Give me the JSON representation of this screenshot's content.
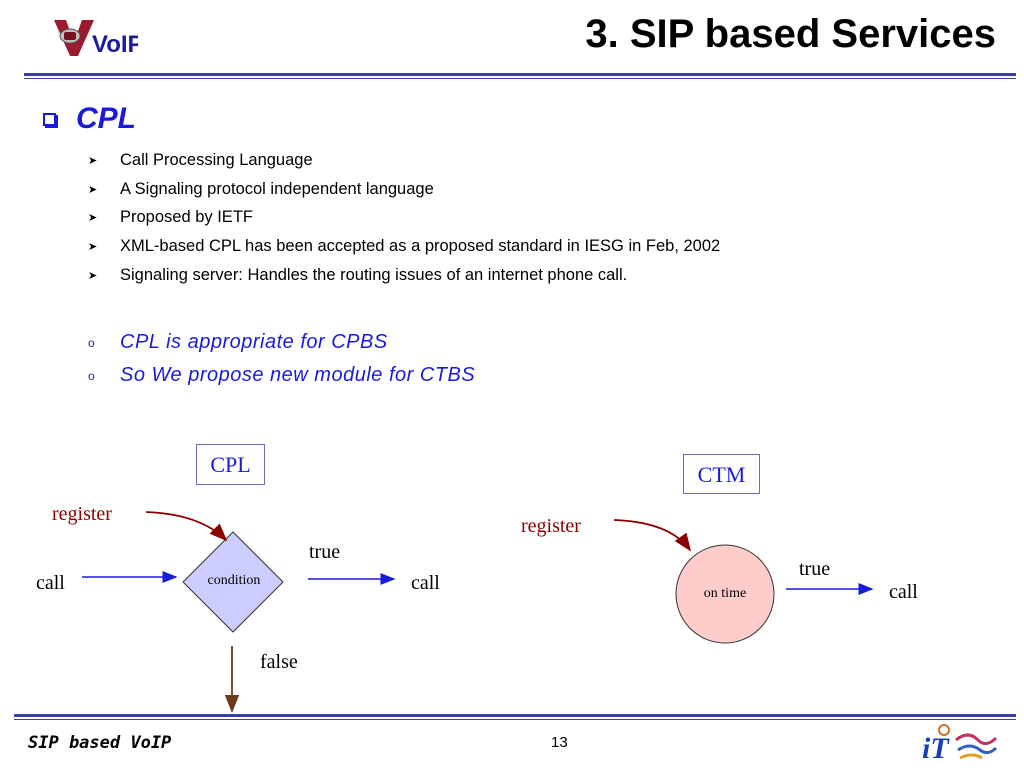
{
  "header": {
    "logo_text": "VoIP",
    "title": "3. SIP based Services"
  },
  "main": {
    "heading": "CPL",
    "bullets": [
      "Call Processing Language",
      "A Signaling protocol independent language",
      "Proposed by IETF",
      "XML-based CPL has been accepted as a proposed standard in IESG in Feb, 2002",
      "Signaling server: Handles the routing issues of an internet phone call."
    ],
    "sub_bullets": [
      "CPL is appropriate for CPBS",
      "So We propose new module for CTBS"
    ]
  },
  "diagram_cpl": {
    "box_label": "CPL",
    "register": "register",
    "call_in": "call",
    "node": "condition",
    "true_label": "true",
    "call_out": "call",
    "false_label": "false"
  },
  "diagram_ctm": {
    "box_label": "CTM",
    "register": "register",
    "node": "on time",
    "true_label": "true",
    "call_out": "call"
  },
  "footer": {
    "left": "SIP based VoIP",
    "page": "13",
    "logo_text": "iT"
  },
  "colors": {
    "accent_blue": "#1a1adb",
    "rule_blue": "#3a3fa8",
    "register_red": "#8b0000",
    "condition_fill": "#ccccff",
    "ontime_fill": "#ffcccc",
    "false_arrow": "#6b3a1a"
  }
}
